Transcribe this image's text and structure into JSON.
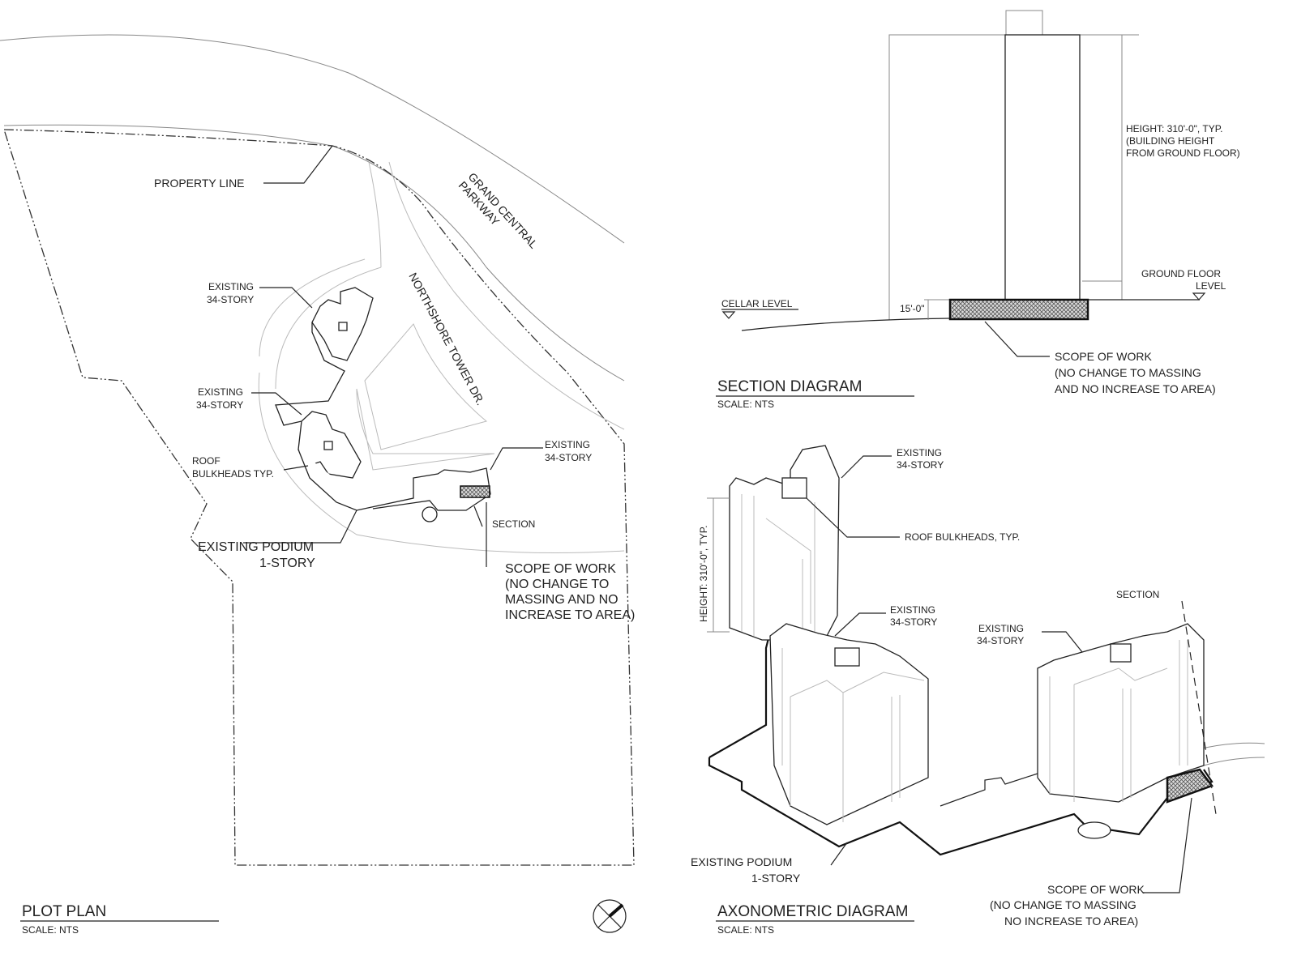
{
  "plot_plan": {
    "title": "PLOT PLAN",
    "scale": "SCALE: NTS",
    "labels": {
      "property_line": "PROPERTY LINE",
      "parkway": [
        "GRAND CENTRAL",
        "PARKWAY"
      ],
      "drive": "NORTHSHORE TOWER DR.",
      "existing_1": [
        "EXISTING",
        "34-STORY"
      ],
      "existing_2": [
        "EXISTING",
        "34-STORY"
      ],
      "existing_3": [
        "EXISTING",
        "34-STORY"
      ],
      "roof": [
        "ROOF",
        "BULKHEADS TYP."
      ],
      "podium": [
        "EXISTING PODIUM",
        "1-STORY"
      ],
      "section": "SECTION",
      "scope": [
        "SCOPE OF WORK",
        "(NO CHANGE TO",
        "MASSING AND NO",
        "INCREASE TO AREA)"
      ]
    }
  },
  "section_diagram": {
    "title": "SECTION DIAGRAM",
    "scale": "SCALE: NTS",
    "labels": {
      "height": [
        "HEIGHT: 310'-0\", TYP.",
        "(BUILDING HEIGHT",
        "FROM GROUND FLOOR)"
      ],
      "ground": [
        "GROUND FLOOR",
        "LEVEL"
      ],
      "cellar": "CELLAR LEVEL",
      "depth": "15'-0\"",
      "scope": [
        "SCOPE OF WORK",
        "(NO CHANGE TO MASSING",
        "AND NO INCREASE TO AREA)"
      ]
    }
  },
  "axonometric": {
    "title": "AXONOMETRIC DIAGRAM",
    "scale": "SCALE: NTS",
    "labels": {
      "existing_1": [
        "EXISTING",
        "34-STORY"
      ],
      "existing_2": [
        "EXISTING",
        "34-STORY"
      ],
      "existing_3": [
        "EXISTING",
        "34-STORY"
      ],
      "roof": "ROOF BULKHEADS, TYP.",
      "height": "HEIGHT: 310'-0\", TYP.",
      "section": "SECTION",
      "podium": [
        "EXISTING PODIUM",
        "1-STORY"
      ],
      "scope": [
        "SCOPE OF WORK",
        "(NO CHANGE TO MASSING",
        "NO INCREASE TO AREA)"
      ]
    }
  }
}
